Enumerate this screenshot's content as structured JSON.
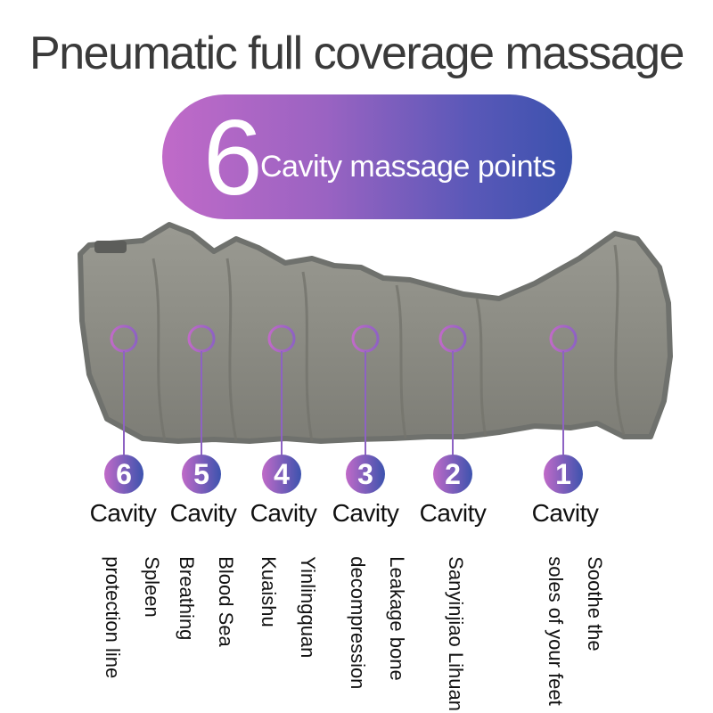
{
  "title": "Pneumatic full coverage massage",
  "banner": {
    "number": "6",
    "text": "Cavity massage points"
  },
  "colors": {
    "gradient_start": "#c06ac8",
    "gradient_end": "#3b52ae",
    "device": "#8f8f86",
    "trim": "#6f716d"
  },
  "cavities": [
    {
      "number": "6",
      "label": "Cavity",
      "desc_line1": "Spleen",
      "desc_line2": "protection line"
    },
    {
      "number": "5",
      "label": "Cavity",
      "desc_line1": "Blood Sea",
      "desc_line2": "Breathing"
    },
    {
      "number": "4",
      "label": "Cavity",
      "desc_line1": "Yinlingquan",
      "desc_line2": "Kuaishu"
    },
    {
      "number": "3",
      "label": "Cavity",
      "desc_line1": "Leakage bone",
      "desc_line2": "decompression"
    },
    {
      "number": "2",
      "label": "Cavity",
      "desc_line1": "Sanyinjiao Lihuan",
      "desc_line2": ""
    },
    {
      "number": "1",
      "label": "Cavity",
      "desc_line1": "Soothe the",
      "desc_line2": "soles of your feet"
    }
  ]
}
